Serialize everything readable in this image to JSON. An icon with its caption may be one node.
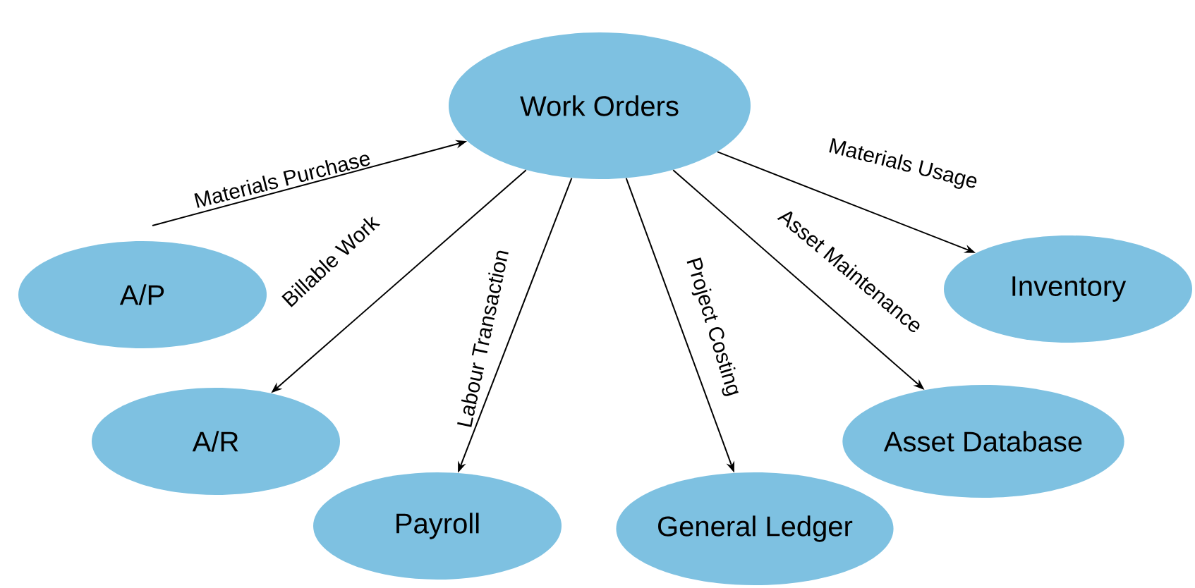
{
  "diagram": {
    "nodes": [
      {
        "text": [
          "Work Orders"
        ]
      },
      {
        "text": [
          "A/P"
        ]
      },
      {
        "text": [
          "A/R"
        ]
      },
      {
        "text": [
          "Payroll"
        ]
      },
      {
        "text": [
          "General Ledger"
        ]
      },
      {
        "text": [
          "Asset Database"
        ]
      },
      {
        "text": [
          "Inventory"
        ]
      }
    ],
    "edges": [
      {
        "from": 1,
        "to": 0,
        "arrow": "to",
        "label": "Materials Purchase"
      },
      {
        "from": 0,
        "to": 2,
        "arrow": "to",
        "label": "Billable Work"
      },
      {
        "from": 0,
        "to": 3,
        "arrow": "to",
        "label": "Labour Transaction"
      },
      {
        "from": 0,
        "to": 4,
        "arrow": "to",
        "label": "Project Costing"
      },
      {
        "from": 0,
        "to": 5,
        "arrow": "to",
        "label": "Asset Maintenance"
      },
      {
        "from": 0,
        "to": 6,
        "arrow": "to",
        "label": "Materials Usage"
      }
    ]
  }
}
